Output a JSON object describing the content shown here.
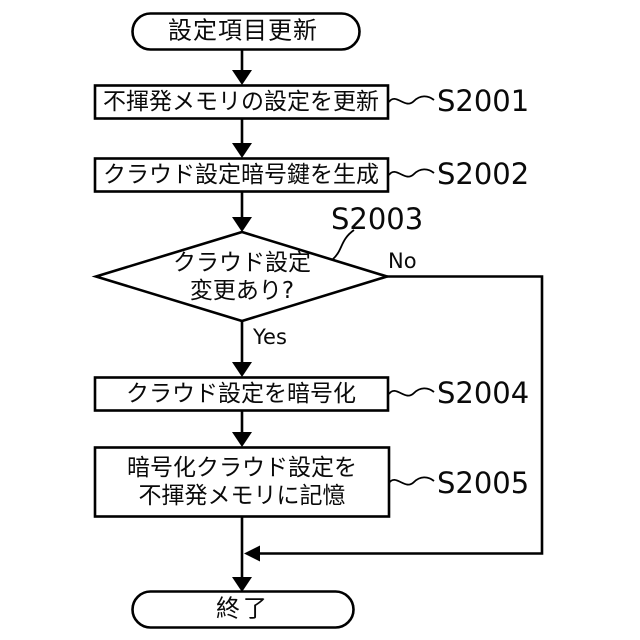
{
  "flowchart": {
    "start": {
      "label": "設定項目更新"
    },
    "steps": {
      "s2001": {
        "id": "S2001",
        "label": "不揮発メモリの設定を更新"
      },
      "s2002": {
        "id": "S2002",
        "label": "クラウド設定暗号鍵を生成"
      },
      "s2003": {
        "id": "S2003",
        "line1": "クラウド設定",
        "line2": "変更あり?",
        "no_label": "No",
        "yes_label": "Yes"
      },
      "s2004": {
        "id": "S2004",
        "label": "クラウド設定を暗号化"
      },
      "s2005": {
        "id": "S2005",
        "line1": "暗号化クラウド設定を",
        "line2": "不揮発メモリに記憶"
      }
    },
    "end": {
      "label": "終了"
    },
    "colors": {
      "line": "#000000",
      "background": "#ffffff"
    }
  }
}
